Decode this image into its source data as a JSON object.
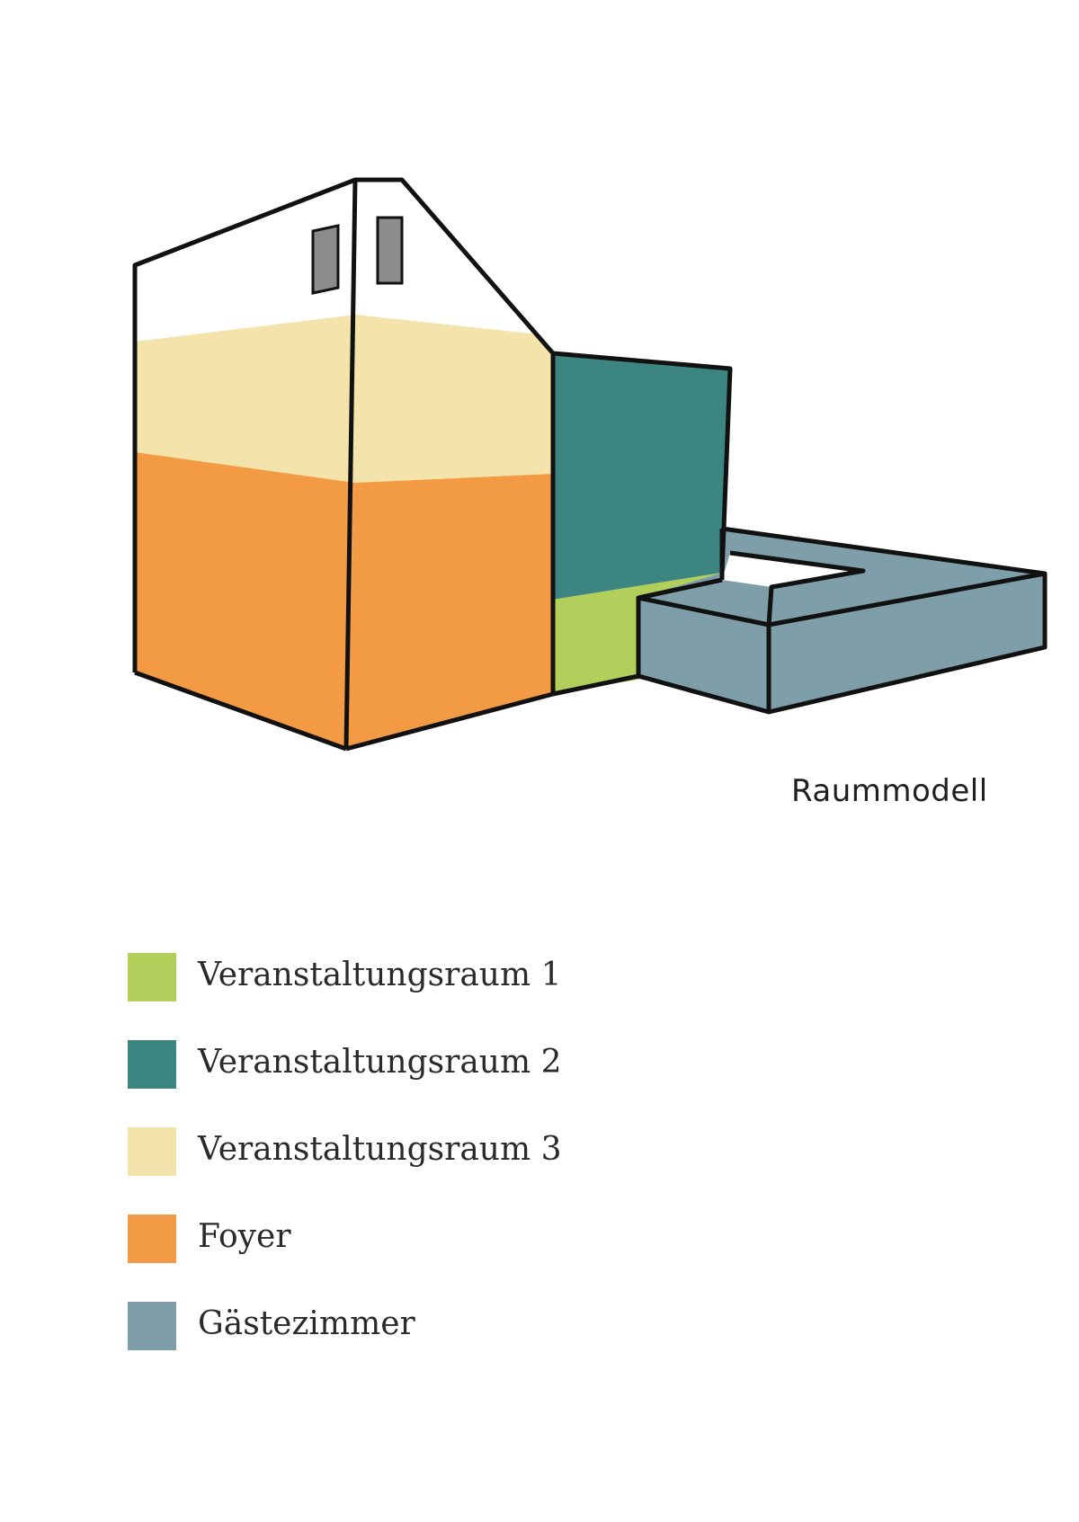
{
  "caption": "Raummodell",
  "colors": {
    "veranstaltungsraum_1": "#b3cf5b",
    "veranstaltungsraum_2": "#3d8580",
    "veranstaltungsraum_3": "#f4e4ab",
    "foyer": "#f39a44",
    "gaestezimmer": "#7e9ea9",
    "window": "#8c8c8c",
    "outline": "#111111"
  },
  "legend": [
    {
      "label": "Veranstaltungsraum 1",
      "color": "#b3cf5b"
    },
    {
      "label": "Veranstaltungsraum 2",
      "color": "#3d8580"
    },
    {
      "label": "Veranstaltungsraum 3",
      "color": "#f4e4ab"
    },
    {
      "label": "Foyer",
      "color": "#f39a44"
    },
    {
      "label": "Gästezimmer",
      "color": "#7e9ea9"
    }
  ]
}
